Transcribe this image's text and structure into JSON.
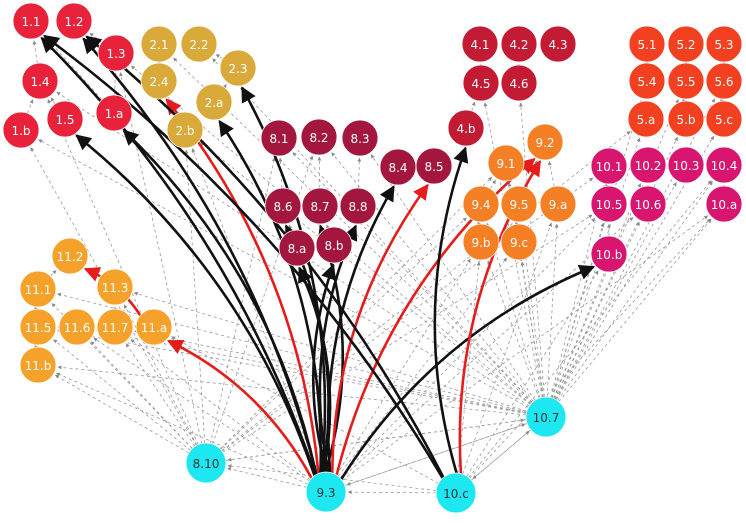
{
  "colors": {
    "red": "#e8223a",
    "gold": "#d9a93a",
    "maroon": "#a3173f",
    "crimson": "#c41b35",
    "red_orange": "#f24020",
    "orange": "#f57f24",
    "magenta": "#d8166f",
    "amber": "#f6a12a",
    "cyan": "#1de8f2",
    "edge_black": "#111111",
    "edge_red": "#e51c1c",
    "edge_gray": "#9a9a9a"
  },
  "nodes": [
    {
      "id": "1.1",
      "label": "1.1",
      "group": "red"
    },
    {
      "id": "1.2",
      "label": "1.2",
      "group": "red"
    },
    {
      "id": "1.3",
      "label": "1.3",
      "group": "red"
    },
    {
      "id": "1.4",
      "label": "1.4",
      "group": "red"
    },
    {
      "id": "1.5",
      "label": "1.5",
      "group": "red"
    },
    {
      "id": "1.a",
      "label": "1.a",
      "group": "red"
    },
    {
      "id": "1.b",
      "label": "1.b",
      "group": "red"
    },
    {
      "id": "2.1",
      "label": "2.1",
      "group": "gold"
    },
    {
      "id": "2.2",
      "label": "2.2",
      "group": "gold"
    },
    {
      "id": "2.4",
      "label": "2.4",
      "group": "gold"
    },
    {
      "id": "2.3",
      "label": "2.3",
      "group": "gold"
    },
    {
      "id": "2.a",
      "label": "2.a",
      "group": "gold"
    },
    {
      "id": "2.b",
      "label": "2.b",
      "group": "gold"
    },
    {
      "id": "8.1",
      "label": "8.1",
      "group": "maroon"
    },
    {
      "id": "8.2",
      "label": "8.2",
      "group": "maroon"
    },
    {
      "id": "8.3",
      "label": "8.3",
      "group": "maroon"
    },
    {
      "id": "8.6",
      "label": "8.6",
      "group": "maroon"
    },
    {
      "id": "8.7",
      "label": "8.7",
      "group": "maroon"
    },
    {
      "id": "8.8",
      "label": "8.8",
      "group": "maroon"
    },
    {
      "id": "8.a",
      "label": "8.a",
      "group": "maroon"
    },
    {
      "id": "8.b",
      "label": "8.b",
      "group": "maroon"
    },
    {
      "id": "8.4",
      "label": "8.4",
      "group": "maroon"
    },
    {
      "id": "8.5",
      "label": "8.5",
      "group": "maroon"
    },
    {
      "id": "4.1",
      "label": "4.1",
      "group": "crimson"
    },
    {
      "id": "4.2",
      "label": "4.2",
      "group": "crimson"
    },
    {
      "id": "4.3",
      "label": "4.3",
      "group": "crimson"
    },
    {
      "id": "4.5",
      "label": "4.5",
      "group": "crimson"
    },
    {
      "id": "4.6",
      "label": "4.6",
      "group": "crimson"
    },
    {
      "id": "4.b",
      "label": "4.b",
      "group": "crimson"
    },
    {
      "id": "5.1",
      "label": "5.1",
      "group": "red_orange"
    },
    {
      "id": "5.2",
      "label": "5.2",
      "group": "red_orange"
    },
    {
      "id": "5.3",
      "label": "5.3",
      "group": "red_orange"
    },
    {
      "id": "5.4",
      "label": "5.4",
      "group": "red_orange"
    },
    {
      "id": "5.5",
      "label": "5.5",
      "group": "red_orange"
    },
    {
      "id": "5.6",
      "label": "5.6",
      "group": "red_orange"
    },
    {
      "id": "5.a",
      "label": "5.a",
      "group": "red_orange"
    },
    {
      "id": "5.b",
      "label": "5.b",
      "group": "red_orange"
    },
    {
      "id": "5.c",
      "label": "5.c",
      "group": "red_orange"
    },
    {
      "id": "9.1",
      "label": "9.1",
      "group": "orange"
    },
    {
      "id": "9.2",
      "label": "9.2",
      "group": "orange"
    },
    {
      "id": "9.4",
      "label": "9.4",
      "group": "orange"
    },
    {
      "id": "9.5",
      "label": "9.5",
      "group": "orange"
    },
    {
      "id": "9.a",
      "label": "9.a",
      "group": "orange"
    },
    {
      "id": "9.b",
      "label": "9.b",
      "group": "orange"
    },
    {
      "id": "9.c",
      "label": "9.c",
      "group": "orange"
    },
    {
      "id": "10.1",
      "label": "10.1",
      "group": "magenta"
    },
    {
      "id": "10.2",
      "label": "10.2",
      "group": "magenta"
    },
    {
      "id": "10.3",
      "label": "10.3",
      "group": "magenta"
    },
    {
      "id": "10.4",
      "label": "10.4",
      "group": "magenta"
    },
    {
      "id": "10.5",
      "label": "10.5",
      "group": "magenta"
    },
    {
      "id": "10.6",
      "label": "10.6",
      "group": "magenta"
    },
    {
      "id": "10.a",
      "label": "10.a",
      "group": "magenta"
    },
    {
      "id": "10.b",
      "label": "10.b",
      "group": "magenta"
    },
    {
      "id": "11.2",
      "label": "11.2",
      "group": "amber"
    },
    {
      "id": "11.1",
      "label": "11.1",
      "group": "amber"
    },
    {
      "id": "11.3",
      "label": "11.3",
      "group": "amber"
    },
    {
      "id": "11.5",
      "label": "11.5",
      "group": "amber"
    },
    {
      "id": "11.6",
      "label": "11.6",
      "group": "amber"
    },
    {
      "id": "11.7",
      "label": "11.7",
      "group": "amber"
    },
    {
      "id": "11.a",
      "label": "11.a",
      "group": "amber"
    },
    {
      "id": "11.b",
      "label": "11.b",
      "group": "amber"
    },
    {
      "id": "8.10",
      "label": "8.10",
      "group": "cyan"
    },
    {
      "id": "9.3",
      "label": "9.3",
      "group": "cyan"
    },
    {
      "id": "10.c",
      "label": "10.c",
      "group": "cyan"
    },
    {
      "id": "10.7",
      "label": "10.7",
      "group": "cyan"
    }
  ],
  "edges": [
    {
      "from": "9.3",
      "to": "1.1",
      "style": "black"
    },
    {
      "from": "9.3",
      "to": "1.2",
      "style": "black"
    },
    {
      "from": "9.3",
      "to": "1.5",
      "style": "black"
    },
    {
      "from": "9.3",
      "to": "1.a",
      "style": "black"
    },
    {
      "from": "9.3",
      "to": "2.4",
      "style": "red"
    },
    {
      "from": "9.3",
      "to": "2.a",
      "style": "black"
    },
    {
      "from": "9.3",
      "to": "2.3",
      "style": "black"
    },
    {
      "from": "9.3",
      "to": "8.6",
      "style": "black"
    },
    {
      "from": "9.3",
      "to": "8.7",
      "style": "black"
    },
    {
      "from": "9.3",
      "to": "8.a",
      "style": "black"
    },
    {
      "from": "9.3",
      "to": "8.b",
      "style": "black"
    },
    {
      "from": "9.3",
      "to": "8.8",
      "style": "black"
    },
    {
      "from": "9.3",
      "to": "8.4",
      "style": "black"
    },
    {
      "from": "9.3",
      "to": "8.5",
      "style": "red"
    },
    {
      "from": "9.3",
      "to": "9.2",
      "style": "red"
    },
    {
      "from": "9.3",
      "to": "10.b",
      "style": "black"
    },
    {
      "from": "9.3",
      "to": "11.a",
      "style": "red"
    },
    {
      "from": "11.a",
      "to": "11.2",
      "style": "red"
    },
    {
      "from": "10.c",
      "to": "1.2",
      "style": "black"
    },
    {
      "from": "10.c",
      "to": "1.1",
      "style": "black"
    },
    {
      "from": "10.c",
      "to": "4.b",
      "style": "black"
    },
    {
      "from": "10.c",
      "to": "9.2",
      "style": "red"
    },
    {
      "from": "10.7",
      "to": "1.3",
      "style": "gray"
    },
    {
      "from": "10.7",
      "to": "1.4",
      "style": "gray"
    },
    {
      "from": "10.7",
      "to": "1.b",
      "style": "gray"
    },
    {
      "from": "10.7",
      "to": "2.1",
      "style": "gray"
    },
    {
      "from": "10.7",
      "to": "2.2",
      "style": "gray"
    },
    {
      "from": "10.7",
      "to": "2.b",
      "style": "gray"
    },
    {
      "from": "10.7",
      "to": "8.1",
      "style": "gray"
    },
    {
      "from": "10.7",
      "to": "8.2",
      "style": "gray"
    },
    {
      "from": "10.7",
      "to": "8.3",
      "style": "gray"
    },
    {
      "from": "10.7",
      "to": "4.5",
      "style": "gray"
    },
    {
      "from": "10.7",
      "to": "4.6",
      "style": "gray"
    },
    {
      "from": "10.7",
      "to": "5.4",
      "style": "gray"
    },
    {
      "from": "10.7",
      "to": "5.5",
      "style": "gray"
    },
    {
      "from": "10.7",
      "to": "5.6",
      "style": "gray"
    },
    {
      "from": "10.7",
      "to": "5.a",
      "style": "gray"
    },
    {
      "from": "10.7",
      "to": "5.b",
      "style": "gray"
    },
    {
      "from": "10.7",
      "to": "5.c",
      "style": "gray"
    },
    {
      "from": "10.7",
      "to": "9.1",
      "style": "gray"
    },
    {
      "from": "10.7",
      "to": "9.4",
      "style": "gray"
    },
    {
      "from": "10.7",
      "to": "9.5",
      "style": "gray"
    },
    {
      "from": "10.7",
      "to": "9.a",
      "style": "gray"
    },
    {
      "from": "10.7",
      "to": "9.b",
      "style": "gray"
    },
    {
      "from": "10.7",
      "to": "9.c",
      "style": "gray"
    },
    {
      "from": "10.7",
      "to": "10.1",
      "style": "gray"
    },
    {
      "from": "10.7",
      "to": "10.2",
      "style": "gray"
    },
    {
      "from": "10.7",
      "to": "10.3",
      "style": "gray"
    },
    {
      "from": "10.7",
      "to": "10.4",
      "style": "gray"
    },
    {
      "from": "10.7",
      "to": "10.5",
      "style": "gray"
    },
    {
      "from": "10.7",
      "to": "10.6",
      "style": "gray"
    },
    {
      "from": "10.7",
      "to": "10.a",
      "style": "gray"
    },
    {
      "from": "10.7",
      "to": "11.1",
      "style": "gray"
    },
    {
      "from": "10.7",
      "to": "11.3",
      "style": "gray"
    },
    {
      "from": "10.7",
      "to": "11.5",
      "style": "gray"
    },
    {
      "from": "10.7",
      "to": "11.6",
      "style": "gray"
    },
    {
      "from": "10.7",
      "to": "11.7",
      "style": "gray"
    },
    {
      "from": "10.7",
      "to": "11.b",
      "style": "gray"
    },
    {
      "from": "10.7",
      "to": "8.10",
      "style": "gray"
    },
    {
      "from": "10.7",
      "to": "9.3",
      "style": "gray"
    },
    {
      "from": "10.7",
      "to": "10.c",
      "style": "gray"
    },
    {
      "from": "8.10",
      "to": "1.b",
      "style": "gray"
    },
    {
      "from": "8.10",
      "to": "1.4",
      "style": "gray"
    },
    {
      "from": "8.10",
      "to": "1.3",
      "style": "gray"
    },
    {
      "from": "8.10",
      "to": "2.b",
      "style": "gray"
    },
    {
      "from": "8.10",
      "to": "11.1",
      "style": "gray"
    },
    {
      "from": "8.10",
      "to": "11.5",
      "style": "gray"
    },
    {
      "from": "8.10",
      "to": "11.6",
      "style": "gray"
    },
    {
      "from": "8.10",
      "to": "11.7",
      "style": "gray"
    },
    {
      "from": "8.10",
      "to": "11.b",
      "style": "gray"
    },
    {
      "from": "8.10",
      "to": "11.3",
      "style": "gray"
    },
    {
      "from": "8.10",
      "to": "8.1",
      "style": "gray"
    },
    {
      "from": "8.10",
      "to": "8.2",
      "style": "gray"
    },
    {
      "from": "8.10",
      "to": "9.1",
      "style": "gray"
    },
    {
      "from": "8.10",
      "to": "9.4",
      "style": "gray"
    },
    {
      "from": "8.10",
      "to": "10.5",
      "style": "gray"
    },
    {
      "from": "8.10",
      "to": "10.1",
      "style": "gray"
    },
    {
      "from": "8.10",
      "to": "5.a",
      "style": "gray"
    },
    {
      "from": "8.10",
      "to": "10.7",
      "style": "gray"
    },
    {
      "from": "9.3",
      "to": "8.10",
      "style": "gray"
    },
    {
      "from": "9.3",
      "to": "11.b",
      "style": "gray"
    },
    {
      "from": "9.3",
      "to": "11.7",
      "style": "gray"
    },
    {
      "from": "9.3",
      "to": "11.6",
      "style": "gray"
    },
    {
      "from": "9.3",
      "to": "2.b",
      "style": "gray"
    },
    {
      "from": "9.3",
      "to": "9.b",
      "style": "gray"
    },
    {
      "from": "9.3",
      "to": "9.c",
      "style": "gray"
    },
    {
      "from": "9.3",
      "to": "10.5",
      "style": "gray"
    },
    {
      "from": "9.3",
      "to": "10.6",
      "style": "gray"
    },
    {
      "from": "9.3",
      "to": "10.a",
      "style": "gray"
    },
    {
      "from": "9.3",
      "to": "10.7",
      "style": "gray"
    },
    {
      "from": "10.c",
      "to": "9.3",
      "style": "gray"
    },
    {
      "from": "10.c",
      "to": "10.b",
      "style": "gray"
    },
    {
      "from": "10.c",
      "to": "10.a",
      "style": "gray"
    },
    {
      "from": "10.c",
      "to": "10.4",
      "style": "gray"
    },
    {
      "from": "10.c",
      "to": "9.a",
      "style": "gray"
    },
    {
      "from": "10.c",
      "to": "9.b",
      "style": "gray"
    },
    {
      "from": "10.c",
      "to": "8.10",
      "style": "gray"
    },
    {
      "from": "10.c",
      "to": "11.a",
      "style": "gray"
    },
    {
      "from": "10.c",
      "to": "10.7",
      "style": "gray"
    },
    {
      "from": "1.a",
      "to": "1.1",
      "style": "gray"
    },
    {
      "from": "1.a",
      "to": "1.3",
      "style": "gray"
    },
    {
      "from": "1.5",
      "to": "1.4",
      "style": "gray"
    },
    {
      "from": "1.b",
      "to": "1.4",
      "style": "gray"
    },
    {
      "from": "1.4",
      "to": "1.1",
      "style": "gray"
    },
    {
      "from": "1.3",
      "to": "1.2",
      "style": "gray"
    },
    {
      "from": "2.4",
      "to": "2.1",
      "style": "gray"
    },
    {
      "from": "2.a",
      "to": "2.3",
      "style": "gray"
    },
    {
      "from": "2.3",
      "to": "2.2",
      "style": "gray"
    },
    {
      "from": "2.b",
      "to": "2.4",
      "style": "gray"
    },
    {
      "from": "8.6",
      "to": "8.1",
      "style": "gray"
    },
    {
      "from": "8.7",
      "to": "8.2",
      "style": "gray"
    },
    {
      "from": "8.8",
      "to": "8.3",
      "style": "gray"
    },
    {
      "from": "8.a",
      "to": "8.6",
      "style": "gray"
    },
    {
      "from": "8.b",
      "to": "8.7",
      "style": "gray"
    },
    {
      "from": "4.5",
      "to": "4.1",
      "style": "gray"
    },
    {
      "from": "4.6",
      "to": "4.2",
      "style": "gray"
    },
    {
      "from": "4.b",
      "to": "4.5",
      "style": "gray"
    },
    {
      "from": "5.4",
      "to": "5.1",
      "style": "gray"
    },
    {
      "from": "5.5",
      "to": "5.2",
      "style": "gray"
    },
    {
      "from": "5.6",
      "to": "5.3",
      "style": "gray"
    },
    {
      "from": "5.a",
      "to": "5.4",
      "style": "gray"
    },
    {
      "from": "5.b",
      "to": "5.5",
      "style": "gray"
    },
    {
      "from": "5.c",
      "to": "5.6",
      "style": "gray"
    },
    {
      "from": "9.4",
      "to": "9.1",
      "style": "gray"
    },
    {
      "from": "9.5",
      "to": "9.2",
      "style": "gray"
    },
    {
      "from": "9.b",
      "to": "9.4",
      "style": "gray"
    },
    {
      "from": "9.c",
      "to": "9.5",
      "style": "gray"
    },
    {
      "from": "9.a",
      "to": "9.2",
      "style": "gray"
    },
    {
      "from": "10.5",
      "to": "10.1",
      "style": "gray"
    },
    {
      "from": "10.6",
      "to": "10.2",
      "style": "gray"
    },
    {
      "from": "10.a",
      "to": "10.4",
      "style": "gray"
    },
    {
      "from": "10.b",
      "to": "10.5",
      "style": "gray"
    },
    {
      "from": "11.1",
      "to": "11.2",
      "style": "gray"
    },
    {
      "from": "11.5",
      "to": "11.1",
      "style": "gray"
    },
    {
      "from": "11.b",
      "to": "11.5",
      "style": "gray"
    },
    {
      "from": "11.7",
      "to": "11.3",
      "style": "gray"
    },
    {
      "from": "11.6",
      "to": "11.5",
      "style": "gray"
    },
    {
      "from": "11.a",
      "to": "11.7",
      "style": "gray"
    }
  ]
}
